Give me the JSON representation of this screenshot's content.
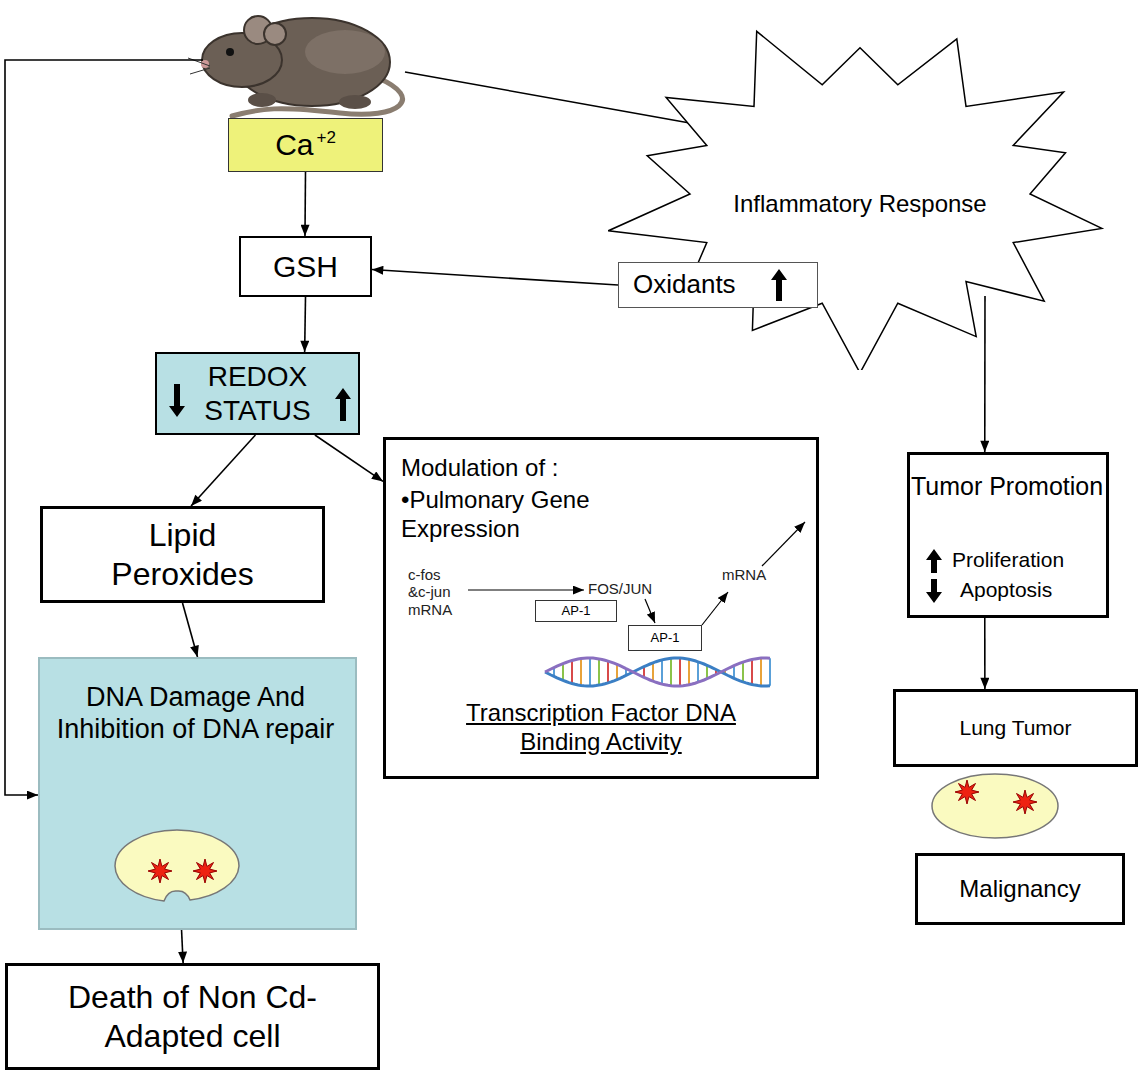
{
  "diagram": {
    "nodes": [
      {
        "text": [
          "Ca",
          "+2"
        ]
      },
      {
        "text": [
          "GSH"
        ]
      },
      {
        "text": [
          "Inflammatory Response"
        ]
      },
      {
        "text": [
          "Oxidants"
        ],
        "in": 2
      },
      {
        "text": [
          "REDOX STATUS"
        ]
      },
      {
        "text": [
          "Modulation of :",
          "•Pulmonary Gene Expression",
          "Transcription Factor DNA Binding Activity"
        ]
      },
      {
        "text": [
          "AP-1"
        ],
        "in": 5
      },
      {
        "text": [
          "AP-1"
        ],
        "in": 5
      },
      {
        "text": [
          "Tumor Promotion",
          "Proliferation",
          "Apoptosis"
        ]
      },
      {
        "text": [
          "Lipid Peroxides"
        ]
      },
      {
        "text": [
          "DNA Damage And Inhibition of DNA repair"
        ]
      },
      {
        "text": [
          "Lung Tumor"
        ]
      },
      {
        "text": [
          "Malignancy"
        ]
      },
      {
        "text": [
          "Death of Non Cd-Adapted cell"
        ]
      }
    ],
    "edges": [
      {
        "from": 0,
        "to": 1,
        "arrow": "to"
      },
      {
        "from": 3,
        "to": 1,
        "arrow": "to"
      },
      {
        "from": 1,
        "to": 4,
        "arrow": "to"
      },
      {
        "from": 4,
        "to": 9,
        "arrow": "to"
      },
      {
        "from": 4,
        "to": 5,
        "arrow": "to"
      },
      {
        "from": 9,
        "to": 10,
        "arrow": "to"
      },
      {
        "from": 10,
        "to": 13,
        "arrow": "to"
      },
      {
        "from": 2,
        "to": 8,
        "arrow": "to"
      },
      {
        "from": 8,
        "to": 11,
        "arrow": "to"
      }
    ],
    "labels": [
      "c-fos &c-jun mRNA",
      "FOS/JUN",
      "mRNA"
    ]
  }
}
